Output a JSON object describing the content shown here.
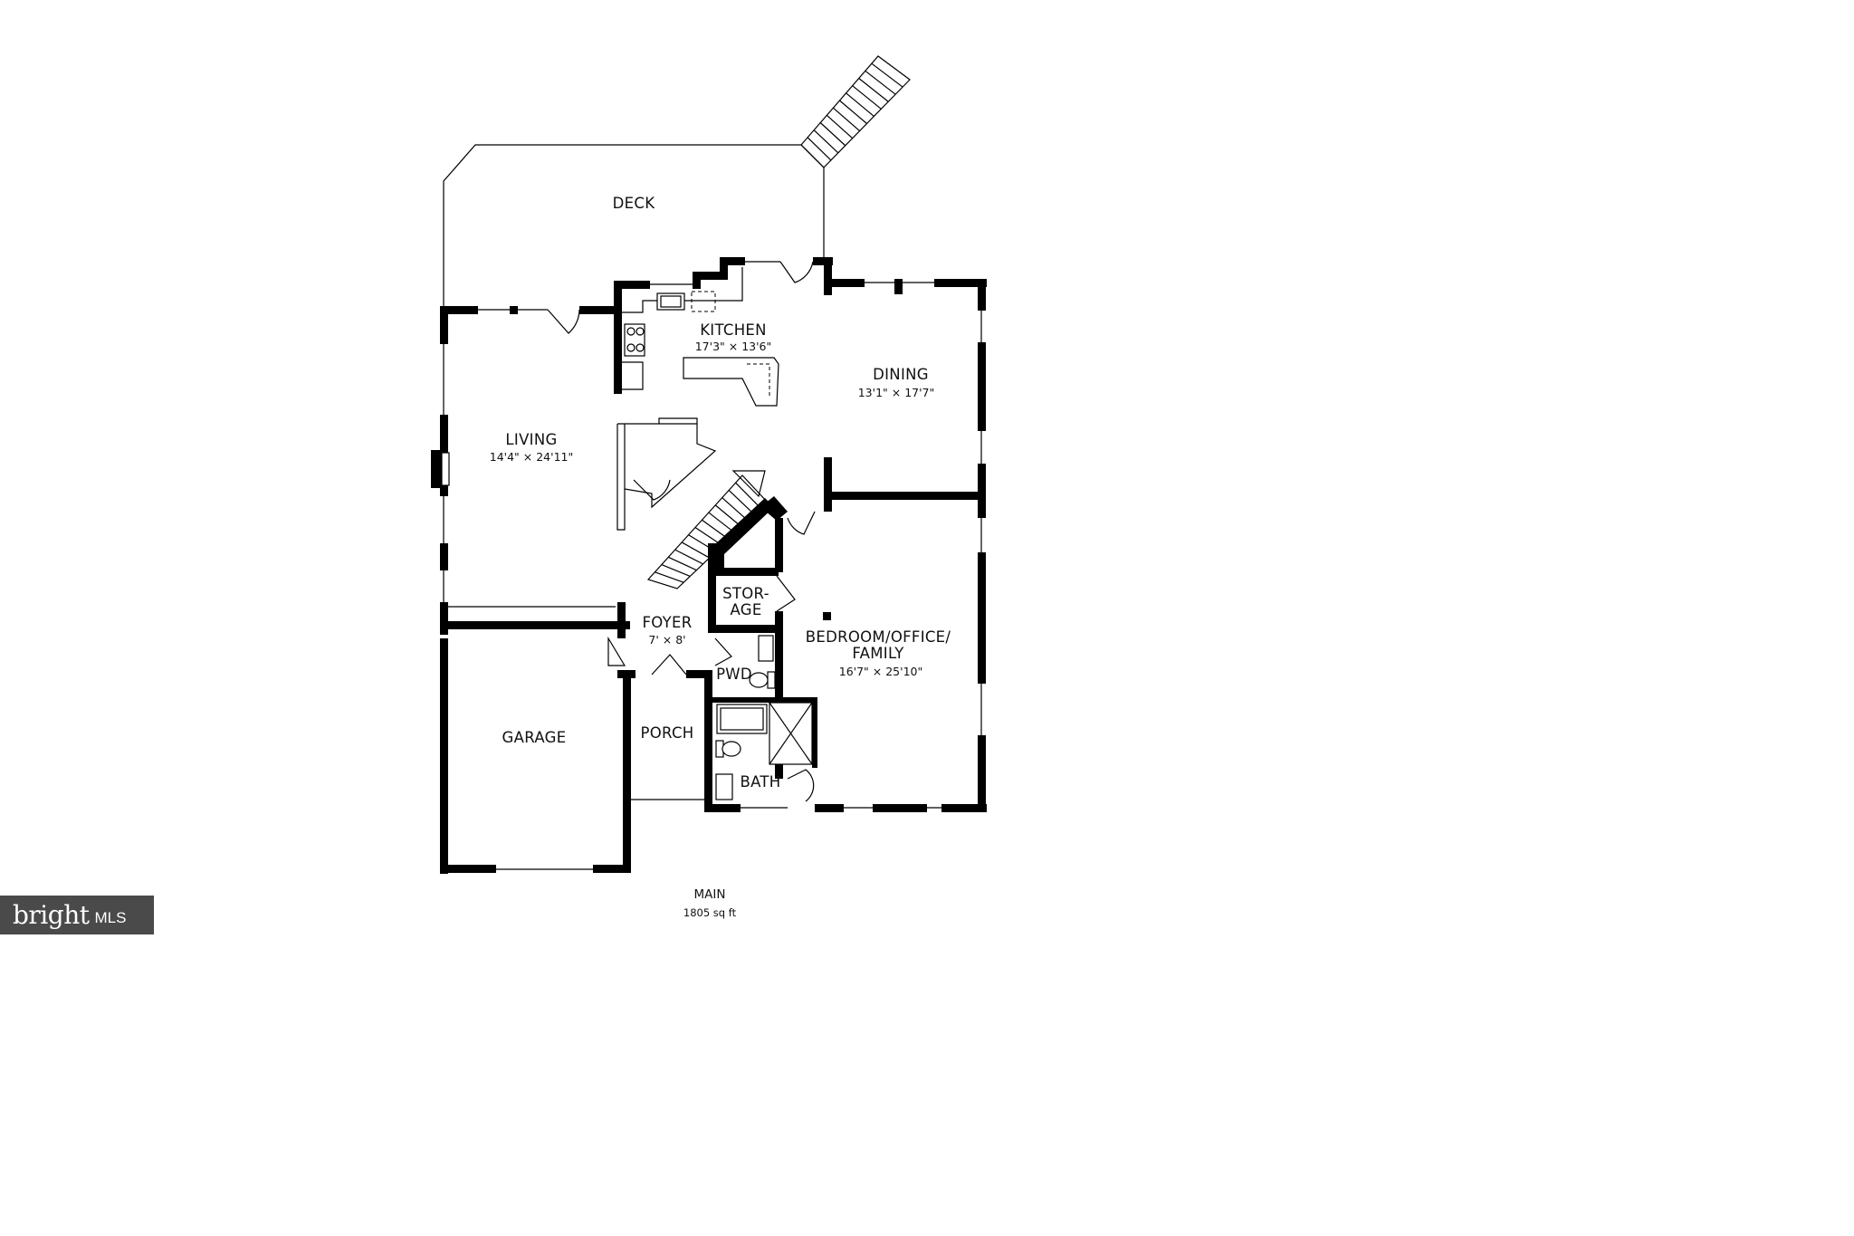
{
  "rooms": {
    "deck": {
      "name": "DECK"
    },
    "kitchen": {
      "name": "KITCHEN",
      "dims": "17'3\" × 13'6\""
    },
    "dining": {
      "name": "DINING",
      "dims": "13'1\" × 17'7\""
    },
    "living": {
      "name": "LIVING",
      "dims": "14'4\" × 24'11\""
    },
    "storage": {
      "name_line1": "STOR-",
      "name_line2": "AGE"
    },
    "foyer": {
      "name": "FOYER",
      "dims": "7' × 8'"
    },
    "bedroom": {
      "name_line1": "BEDROOM/OFFICE/",
      "name_line2": "FAMILY",
      "dims": "16'7\" × 25'10\""
    },
    "pwd": {
      "name": "PWD"
    },
    "garage": {
      "name": "GARAGE"
    },
    "porch": {
      "name": "PORCH"
    },
    "bath": {
      "name": "BATH"
    }
  },
  "floor": {
    "title": "MAIN",
    "area": "1805 sq ft"
  },
  "logo": {
    "brand": "bright",
    "suffix": "MLS"
  }
}
